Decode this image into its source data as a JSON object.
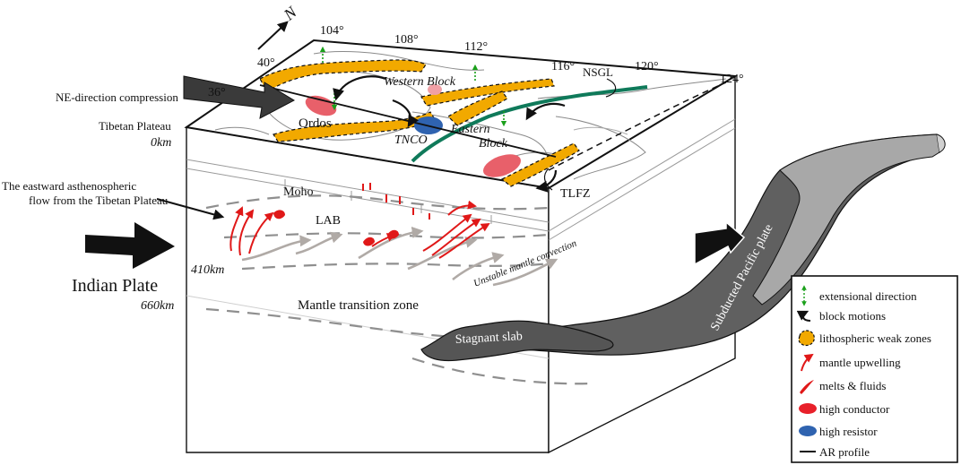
{
  "north_label": "N",
  "longitudes": [
    "104°",
    "108°",
    "112°",
    "116°",
    "120°",
    "124°"
  ],
  "latitudes": [
    "40°",
    "36°"
  ],
  "depths": [
    "0km",
    "410km",
    "660km"
  ],
  "labels": {
    "compression": "NE-direction compression",
    "tibetan_plateau": "Tibetan Plateau",
    "asthenospheric_flow_line1": "The eastward asthenospheric",
    "asthenospheric_flow_line2": "flow from the Tibetan Plateau",
    "indian_plate": "Indian Plate",
    "western_block": "Western Block",
    "eastern_block_line1": "Eastern",
    "eastern_block_line2": "Block",
    "ordos": "Ordos",
    "tnco": "TNCO",
    "nsgl": "NSGL",
    "tlfz": "TLFZ",
    "moho": "Moho",
    "lab": "LAB",
    "unstable_convection": "Unstable mantle convection",
    "mantle_transition_zone": "Mantle transition zone",
    "stagnant_slab": "Stagnant slab",
    "subducted_plate": "Subducted Pacific plate"
  },
  "legend": [
    {
      "icon": "extensional-direction-icon",
      "label": "extensional direction"
    },
    {
      "icon": "block-motion-icon",
      "label": "block motions"
    },
    {
      "icon": "weak-zone-icon",
      "label": "lithospheric weak zones"
    },
    {
      "icon": "mantle-upwelling-icon",
      "label": "mantle upwelling"
    },
    {
      "icon": "melts-fluids-icon",
      "label": "melts & fluids"
    },
    {
      "icon": "high-conductor-icon",
      "label": "high conductor"
    },
    {
      "icon": "high-resistor-icon",
      "label": "high resistor"
    },
    {
      "icon": "ar-profile-icon",
      "label": "AR profile"
    }
  ],
  "colors": {
    "weak_zone": "#f2a900",
    "nsgl": "#0f7a5a",
    "conductor": "#e8606a",
    "resistor": "#2f63b0",
    "upwelling": "#e01818",
    "slab": "#555555",
    "extension": "#1aa01a"
  }
}
